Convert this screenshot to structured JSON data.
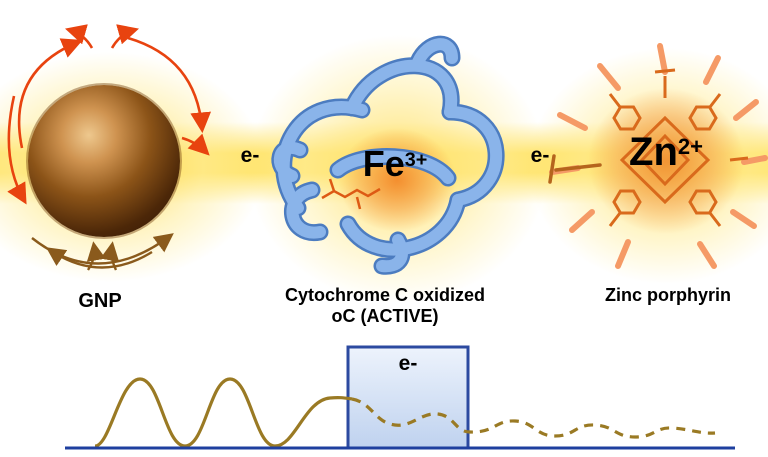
{
  "labels": {
    "gnp": "GNP",
    "cytochrome_line1": "Cytochrome C oxidized",
    "cytochrome_line2": "oC (ACTIVE)",
    "zinc_porphyrin": "Zinc porphyrin",
    "electron_left": "e-",
    "electron_right": "e-",
    "electron_gate": "e-",
    "iron_symbol": "Fe",
    "iron_charge": "3+",
    "zinc_symbol": "Zn",
    "zinc_charge": "2+"
  },
  "colors": {
    "arrow_red": "#e8430f",
    "arrow_brown": "#8a5a1c",
    "ribbon_blue": "#8ab4ea",
    "ribbon_edge": "#4c7cc0",
    "heme_orange": "#dd5a14",
    "ray_orange": "#f59a66",
    "porphyrin_orange": "#d96a1c",
    "porphyrin_dark": "#b5651d",
    "wave_gold": "#9a7a24",
    "baseline_blue": "#1e3f9f",
    "gate_blue": "#2c4aa0",
    "beam_yellow": "#ffe25e",
    "fe_glow_orange": "#f38a2c",
    "sphere_brown": "#4c2708"
  }
}
